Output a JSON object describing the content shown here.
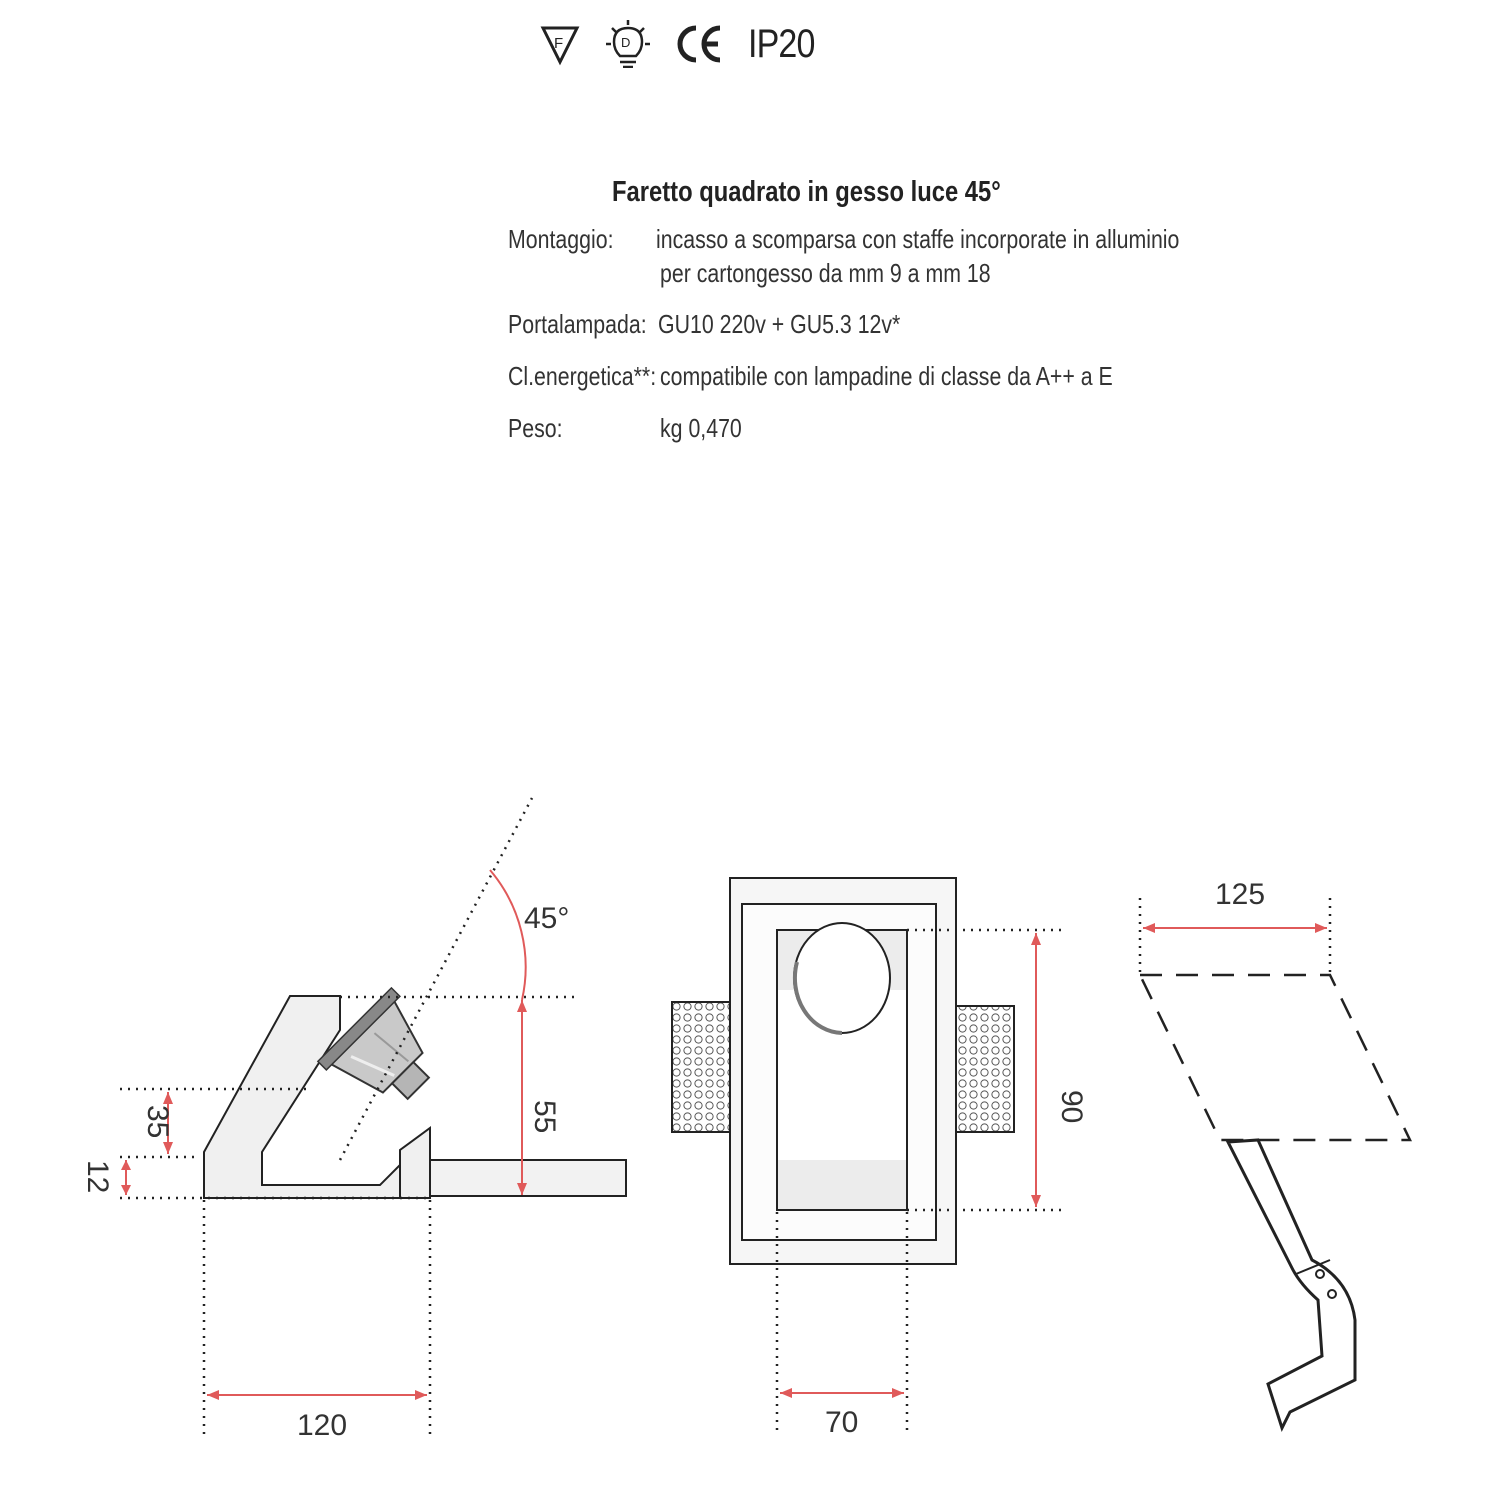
{
  "certifications": {
    "marks": [
      "F-mark-icon",
      "thermal-protection-icon",
      "ce-mark-icon"
    ],
    "ip_rating": "IP20"
  },
  "product": {
    "title": "Faretto quadrato in gesso luce 45°",
    "specs": [
      {
        "label": "Montaggio:",
        "value": "incasso a scomparsa con staffe incorporate in alluminio",
        "value2": "per cartongesso da mm 9 a mm 18"
      },
      {
        "label": "Portalampada:",
        "value": "GU10 220v + GU5.3 12v*"
      },
      {
        "label": "Cl.energetica**:",
        "value": "compatibile con lampadine di classe da A++ a E"
      },
      {
        "label": "Peso:",
        "value": "kg 0,470"
      }
    ]
  },
  "drawings": {
    "side_view": {
      "angle": "45°",
      "height_total": "55",
      "height_body": "35",
      "height_plate": "12",
      "width": "120"
    },
    "top_view": {
      "height": "90",
      "opening_width": "70"
    },
    "bracket_view": {
      "width": "125"
    },
    "colors": {
      "dimension_line": "#e05a5a",
      "outline": "#222222",
      "fill": "#f2f2f2"
    }
  }
}
